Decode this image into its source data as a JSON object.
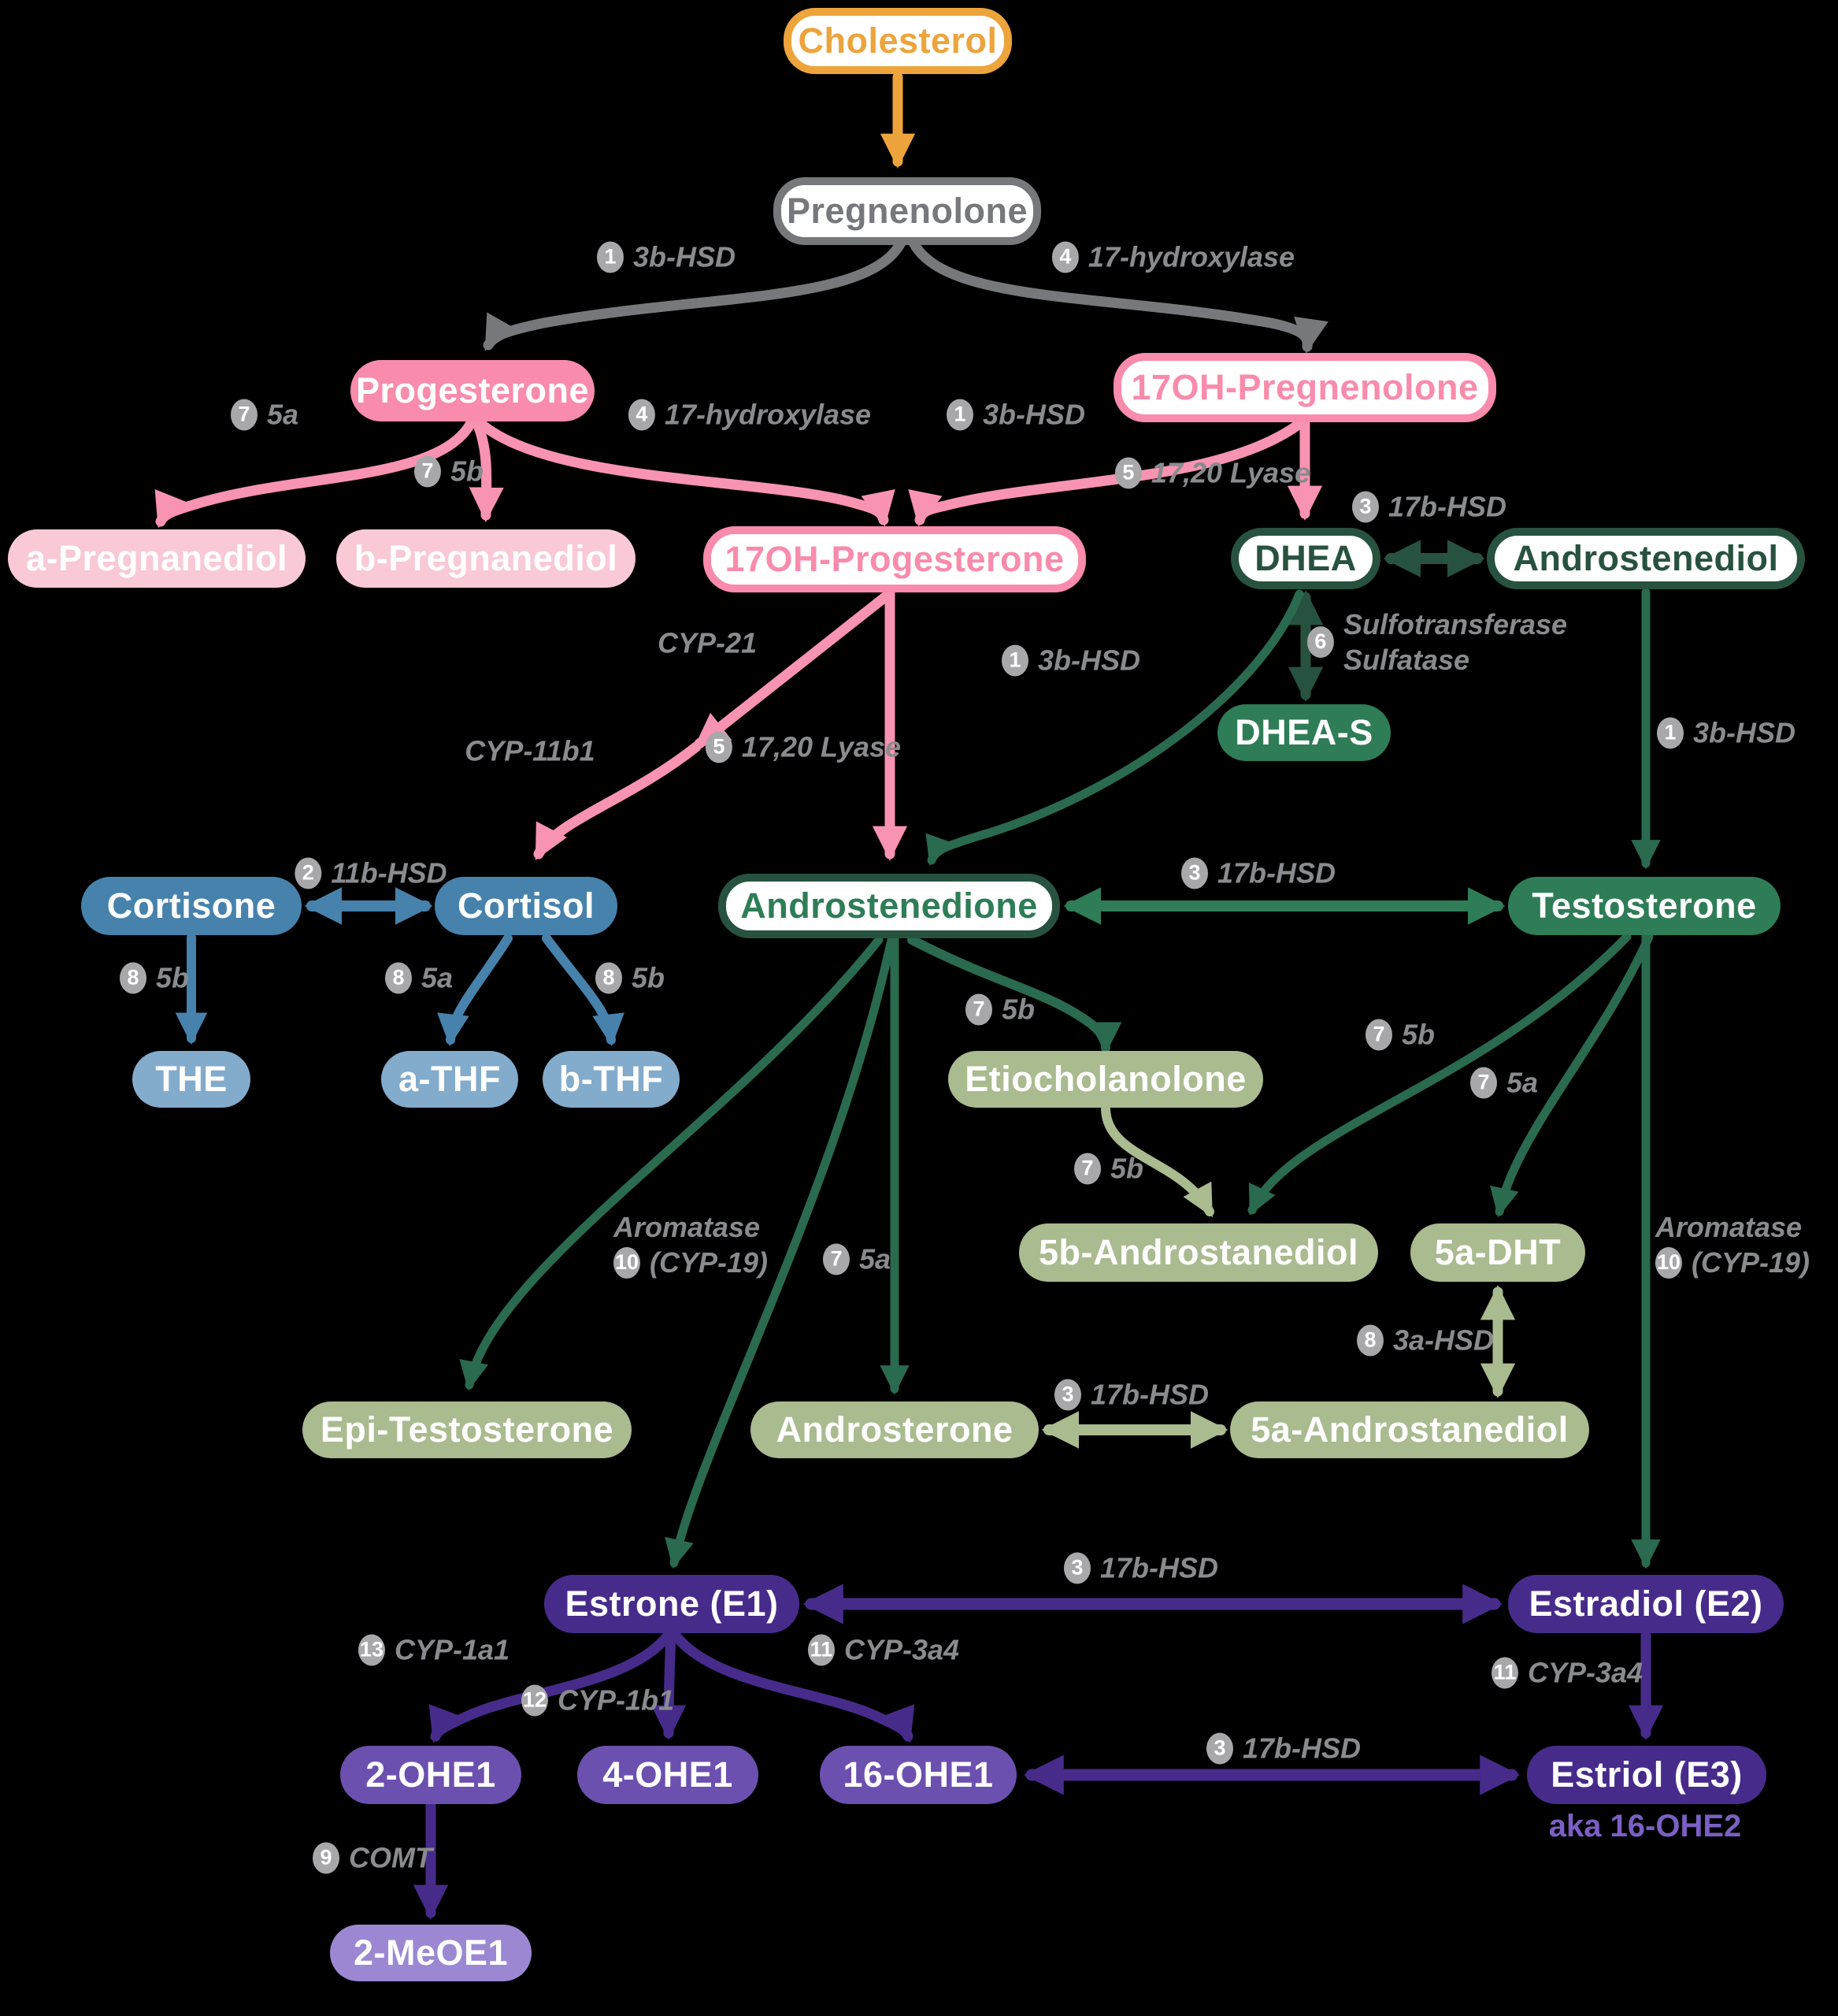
{
  "palette": {
    "bg": "#000000",
    "accent_orange": "#EDA43C",
    "gray": "#77787B",
    "pink": "#F98BAC",
    "pink_light": "#F9C9D6",
    "pink_edge": "#F893B1",
    "green_dark": "#27523F",
    "green_edge": "#2A6A4F",
    "green_fill": "#2E7D57",
    "sage": "#A9BB8F",
    "blue": "#4682AC",
    "blue_light": "#82ABCC",
    "purple": "#472B8B",
    "purple_mid": "#6C50AF",
    "purple_light": "#9C87D2",
    "purple_note": "#7B5FC4",
    "label_gray": "#8A8B8E",
    "badge_gray": "#A8A8AB"
  },
  "nodes": [
    {
      "id": "cholesterol",
      "label": "Cholesterol",
      "variant": "outline-orange"
    },
    {
      "id": "pregnenolone",
      "label": "Pregnenolone",
      "variant": "outline-gray"
    },
    {
      "id": "progesterone",
      "label": "Progesterone",
      "variant": "fill-pink"
    },
    {
      "id": "17oh-pregnenolone",
      "label": "17OH-Pregnenolone",
      "variant": "outline-pink"
    },
    {
      "id": "a-pregnanediol",
      "label": "a-Pregnanediol",
      "variant": "fill-pinklight"
    },
    {
      "id": "b-pregnanediol",
      "label": "b-Pregnanediol",
      "variant": "fill-pinklight"
    },
    {
      "id": "17oh-progesterone",
      "label": "17OH-Progesterone",
      "variant": "outline-pink"
    },
    {
      "id": "dhea",
      "label": "DHEA",
      "variant": "outline-green-dark"
    },
    {
      "id": "androstenediol",
      "label": "Androstenediol",
      "variant": "outline-green-dark"
    },
    {
      "id": "dhea-s",
      "label": "DHEA-S",
      "variant": "fill-green"
    },
    {
      "id": "cortisone",
      "label": "Cortisone",
      "variant": "fill-blue"
    },
    {
      "id": "cortisol",
      "label": "Cortisol",
      "variant": "fill-blue"
    },
    {
      "id": "androstenedione",
      "label": "Androstenedione",
      "variant": "outline-green"
    },
    {
      "id": "testosterone",
      "label": "Testosterone",
      "variant": "fill-green"
    },
    {
      "id": "the",
      "label": "THE",
      "variant": "fill-bluelight"
    },
    {
      "id": "a-thf",
      "label": "a-THF",
      "variant": "fill-bluelight"
    },
    {
      "id": "b-thf",
      "label": "b-THF",
      "variant": "fill-bluelight"
    },
    {
      "id": "etiocholanolone",
      "label": "Etiocholanolone",
      "variant": "fill-sage"
    },
    {
      "id": "5b-androstanediol",
      "label": "5b-Androstanediol",
      "variant": "fill-sage"
    },
    {
      "id": "5a-dht",
      "label": "5a-DHT",
      "variant": "fill-sage"
    },
    {
      "id": "epi-testosterone",
      "label": "Epi-Testosterone",
      "variant": "fill-sage"
    },
    {
      "id": "androsterone",
      "label": "Androsterone",
      "variant": "fill-sage"
    },
    {
      "id": "5a-androstanediol",
      "label": "5a-Androstanediol",
      "variant": "fill-sage"
    },
    {
      "id": "estrone",
      "label": "Estrone (E1)",
      "variant": "fill-purple"
    },
    {
      "id": "estradiol",
      "label": "Estradiol (E2)",
      "variant": "fill-purple"
    },
    {
      "id": "2-ohe1",
      "label": "2-OHE1",
      "variant": "fill-purplemid"
    },
    {
      "id": "4-ohe1",
      "label": "4-OHE1",
      "variant": "fill-purplemid"
    },
    {
      "id": "16-ohe1",
      "label": "16-OHE1",
      "variant": "fill-purplemid"
    },
    {
      "id": "estriol",
      "label": "Estriol (E3)",
      "variant": "fill-purple"
    },
    {
      "id": "2-meoe1",
      "label": "2-MeOE1",
      "variant": "fill-purplelight"
    }
  ],
  "labels": [
    {
      "num": "1",
      "text": "3b-HSD"
    },
    {
      "num": "4",
      "text": "17-hydroxylase"
    },
    {
      "num": "7",
      "text": "5a"
    },
    {
      "num": "4",
      "text": "17-hydroxylase"
    },
    {
      "num": "1",
      "text": "3b-HSD"
    },
    {
      "num": "7",
      "text": "5b"
    },
    {
      "num": "5",
      "text": "17,20 Lyase"
    },
    {
      "num": "3",
      "text": "17b-HSD"
    },
    {
      "num": "6",
      "lines": [
        "Sulfotransferase",
        "Sulfatase"
      ]
    },
    {
      "text": "CYP-21"
    },
    {
      "num": "1",
      "text": "3b-HSD"
    },
    {
      "text": "CYP-11b1"
    },
    {
      "num": "5",
      "text": "17,20 Lyase"
    },
    {
      "num": "1",
      "text": "3b-HSD"
    },
    {
      "num": "2",
      "text": "11b-HSD"
    },
    {
      "num": "3",
      "text": "17b-HSD"
    },
    {
      "num": "8",
      "text": "5b"
    },
    {
      "num": "8",
      "text": "5a"
    },
    {
      "num": "8",
      "text": "5b"
    },
    {
      "num": "7",
      "text": "5b"
    },
    {
      "num": "7",
      "text": "5b"
    },
    {
      "num": "7",
      "text": "5a"
    },
    {
      "num": "7",
      "text": "5b"
    },
    {
      "num": "10",
      "lines": [
        "Aromatase",
        "(CYP-19)"
      ]
    },
    {
      "num": "7",
      "text": "5a"
    },
    {
      "num": "10",
      "lines": [
        "Aromatase",
        "(CYP-19)"
      ]
    },
    {
      "num": "8",
      "text": "3a-HSD"
    },
    {
      "num": "3",
      "text": "17b-HSD"
    },
    {
      "num": "3",
      "text": "17b-HSD"
    },
    {
      "num": "13",
      "text": "CYP-1a1"
    },
    {
      "num": "11",
      "text": "CYP-3a4"
    },
    {
      "num": "12",
      "text": "CYP-1b1"
    },
    {
      "num": "11",
      "text": "CYP-3a4"
    },
    {
      "num": "3",
      "text": "17b-HSD"
    },
    {
      "num": "9",
      "text": "COMT"
    },
    {
      "text": "aka 16-OHE2"
    }
  ]
}
